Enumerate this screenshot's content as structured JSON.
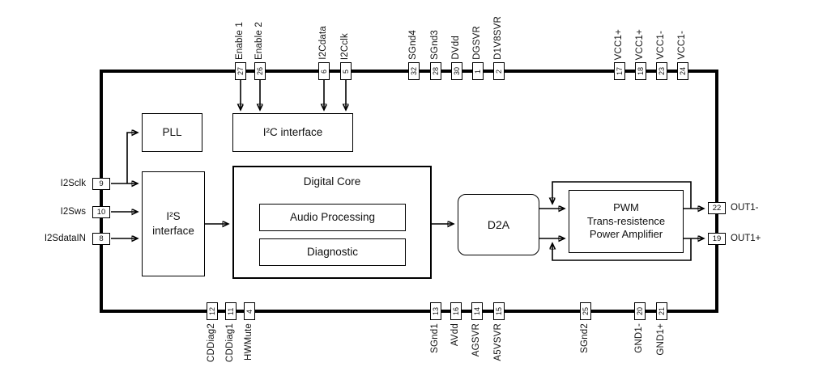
{
  "diagram": {
    "type": "ic-block-diagram",
    "colors": {
      "line": "#000000",
      "background": "#ffffff"
    }
  },
  "blocks": {
    "pll": "PLL",
    "i2c": "I²C interface",
    "i2s": "I²S interface",
    "digital_core": "Digital Core",
    "audio_processing": "Audio Processing",
    "diagnostic": "Diagnostic",
    "d2a": "D2A",
    "pwm": "PWM\nTrans-resistence\nPower Amplifier"
  },
  "pins": {
    "top": [
      {
        "number": "27",
        "label": "Enable 1"
      },
      {
        "number": "26",
        "label": "Enable 2"
      },
      {
        "number": "6",
        "label": "I2Cdata"
      },
      {
        "number": "5",
        "label": "I2Cclk"
      },
      {
        "number": "32",
        "label": "SGnd4"
      },
      {
        "number": "28",
        "label": "SGnd3"
      },
      {
        "number": "30",
        "label": "DVdd"
      },
      {
        "number": "1",
        "label": "DGSVR"
      },
      {
        "number": "2",
        "label": "D1V8SVR"
      },
      {
        "number": "17",
        "label": "VCC1+"
      },
      {
        "number": "18",
        "label": "VCC1+"
      },
      {
        "number": "23",
        "label": "VCC1-"
      },
      {
        "number": "24",
        "label": "VCC1-"
      }
    ],
    "bottom": [
      {
        "number": "12",
        "label": "CDDiag2"
      },
      {
        "number": "11",
        "label": "CDDiag1"
      },
      {
        "number": "4",
        "label": "HWMute"
      },
      {
        "number": "13",
        "label": "SGnd1"
      },
      {
        "number": "16",
        "label": "AVdd"
      },
      {
        "number": "14",
        "label": "AGSVR"
      },
      {
        "number": "15",
        "label": "A5VSVR"
      },
      {
        "number": "25",
        "label": "SGnd2"
      },
      {
        "number": "20",
        "label": "GND1-"
      },
      {
        "number": "21",
        "label": "GND1+"
      }
    ],
    "left": [
      {
        "number": "9",
        "label": "I2Sclk"
      },
      {
        "number": "10",
        "label": "I2Sws"
      },
      {
        "number": "8",
        "label": "I2SdataIN"
      }
    ],
    "right": [
      {
        "number": "22",
        "label": "OUT1-"
      },
      {
        "number": "19",
        "label": "OUT1+"
      }
    ]
  }
}
